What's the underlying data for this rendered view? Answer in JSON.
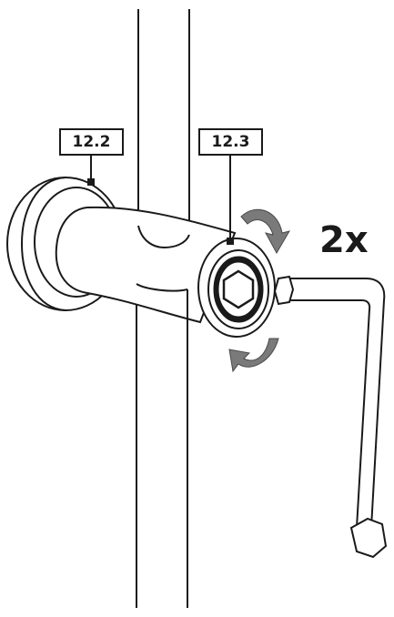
{
  "diagram": {
    "callouts": [
      {
        "id": "12.2",
        "label": "12.2"
      },
      {
        "id": "12.3",
        "label": "12.3"
      }
    ],
    "repeat_count": "2x",
    "colors": {
      "line": "#1a1a1a",
      "arrow": "#7a7a7a",
      "background": "#ffffff"
    },
    "icons": [
      "rotation-arrow-icon",
      "hex-key-icon",
      "hex-socket-icon"
    ]
  }
}
